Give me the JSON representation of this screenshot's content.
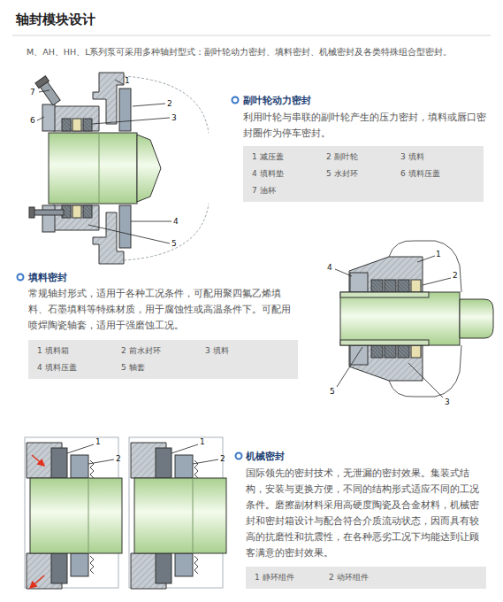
{
  "diagram": {
    "title": "轴封模块设计",
    "nodes": [
      {
        "text": [
          "1 减压盖",
          "2 副叶轮",
          "3 填料",
          "4 填料垫",
          "5 水封环",
          "6 填料压盖",
          "7 油杯"
        ]
      },
      {
        "text": [
          "1 填料箱",
          "2 前水封环",
          "3 填料",
          "4 填料压盖",
          "5 轴套"
        ]
      },
      {
        "text": [
          "1 静环组件",
          "2 动环组件"
        ]
      }
    ],
    "labels": [
      "M、AH、HH、L系列泵可采用多种轴封型式：副叶轮动力密封、填料密封、机械密封及各类特殊组合型密封。",
      "7",
      "1",
      "2",
      "3",
      "6",
      "4",
      "5",
      "副叶轮动力密封",
      "利用叶轮与串联的副叶轮产生的压力密封，填料或唇口密封圈作为停车密封。",
      "填料密封",
      "常规轴封形式，适用于各种工况条件，可配用聚四氟乙烯填料、石墨填料等特殊材质，用于腐蚀性或高温条件下。可配用喷焊陶瓷轴套，适用于强磨蚀工况。",
      "4",
      "1",
      "2",
      "5",
      "3",
      "1",
      "2",
      "1",
      "2",
      "机械密封",
      "国际领先的密封技术，无泄漏的密封效果。集装式结构，安装与更换方便，不同的结构形式适应不同的工况条件。磨擦副材料采用高硬度陶瓷及合金材料，机械密封和密封箱设计与配合符合介质流动状态，因而具有较高的抗磨性和抗震性，在各种恶劣工况下均能达到让顾客满意的密封效果。"
    ]
  }
}
